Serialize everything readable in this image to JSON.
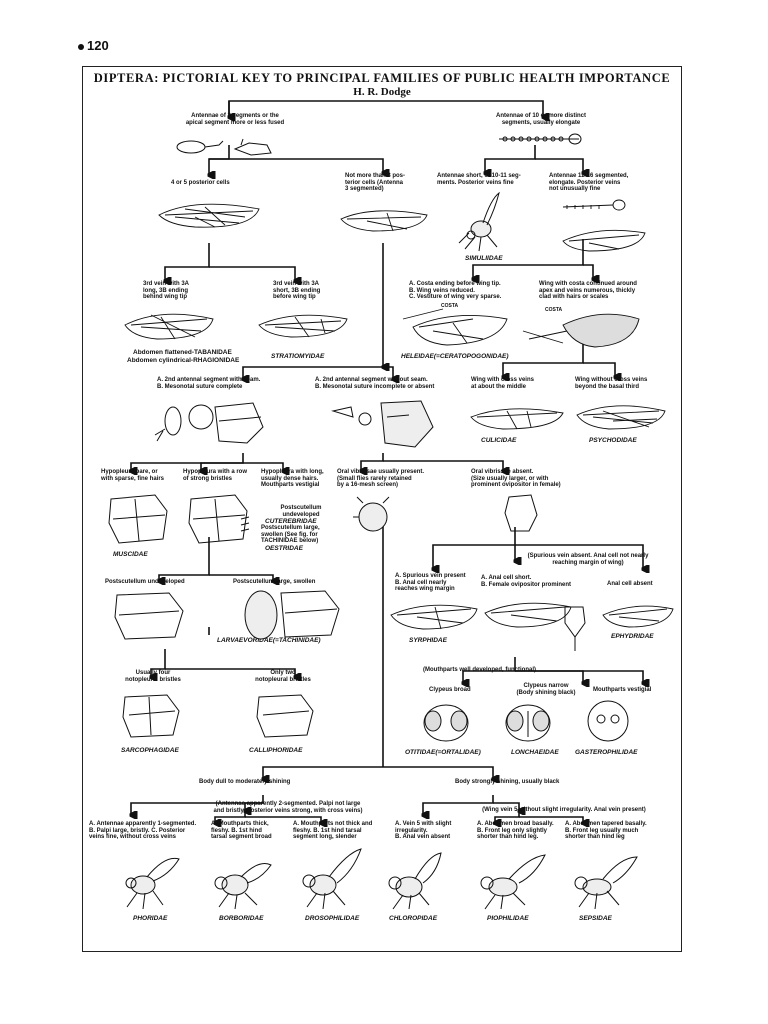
{
  "page_number": "120",
  "title": "DIPTERA: PICTORIAL KEY TO PRINCIPAL FAMILIES OF PUBLIC HEALTH IMPORTANCE",
  "author": "H. R. Dodge",
  "couplets": {
    "c1a": "Antennae of 3 segments or the\napical segment more or less fused",
    "c1b": "Antennae of 10 or more distinct\nsegments, usually elongate",
    "c2a": "4 or 5 posterior cells",
    "c2b": "Not more than 3 pos-\nterior cells (Antenna\n3 segmented)",
    "c3a": "Antennae short, of 10-11 seg-\nments. Posterior veins fine",
    "c3b": "Antennae 12-16 segmented,\nelongate. Posterior veins\nnot unusually fine",
    "c4a": "3rd vein with 3A\nlong, 3B ending\nbehind wing tip",
    "c4b": "3rd vein with 3A\nshort, 3B ending\nbefore wing tip",
    "c5a": "A. Costa ending before wing tip.\nB. Wing veins reduced.\nC. Vestiture of wing very sparse.",
    "c5b": "Wing with costa continued around\napex and veins numerous, thickly\nclad with hairs or scales",
    "c6a": "A. 2nd antennal segment with seam.\nB. Mesonotal suture complete",
    "c6b": "A. 2nd antennal segment without seam.\nB. Mesonotal suture incomplete or absent",
    "c7a": "Wing with cross veins\nat about the middle",
    "c7b": "Wing without cross veins\nbeyond the basal third",
    "c8a": "Hypopleura bare, or\nwith sparse, fine hairs",
    "c8b": "Hypopleura with a row\nof strong bristles",
    "c8c": "Hypopleura with long,\nusually dense hairs.\nMouthparts vestigial",
    "c8d": "Oral vibrissae usually present.\n(Small flies rarely retained\nby a 16-mesh screen)",
    "c8e": "Oral vibrissae absent.\n(Size usually larger, or with\nprominent ovipositor in female)",
    "cut1": "Postscutellum\nundeveloped",
    "cut2": "Postscutellum large,\nswollen (See fig. for\nTACHINIDAE below)",
    "c9": "(Spurious vein absent. Anal cell not nearly\nreaching margin of wing)",
    "c10a": "Postscutellum undeveloped",
    "c10b": "Postscutellum large, swollen",
    "c11a": "A. Spurious vein present\nB. Anal cell nearly\nreaches wing margin",
    "c11b": "A. Anal cell short.\nB. Female ovipositor prominent",
    "c11c": "Anal cell absent",
    "c12a": "Usually four\nnotopleural bristles",
    "c12b": "Only two\nnotopleural bristles",
    "c13": "(Mouthparts well developed, functional)",
    "c14a": "Clypeus broad",
    "c14b": "Clypeus narrow\n(Body shining black)",
    "c14c": "Mouthparts vestigial",
    "c15a": "Body dull to moderately shining",
    "c15b": "Body strongly shining, usually black",
    "c16a": "(Antennae apparently 2-segmented. Palpi not large\nand bristly. Posterior veins strong, with cross veins)",
    "c16b": "(Wing vein 5 without slight irregularity. Anal vein present)",
    "c17a": "A. Antennae apparently 1-segmented.\nB. Palpi large, bristly. C. Posterior\nveins fine, without cross veins",
    "c17b": "A. Mouthparts thick,\nfleshy. B. 1st hind\ntarsal segment broad",
    "c17c": "A. Mouthparts not thick and\nfleshy. B. 1st hind tarsal\nsegment long, slender",
    "c17d": "A. Vein 5 with slight\nirregularity.\nB. Anal vein absent",
    "c17e": "A. Abdomen broad basally.\nB. Front leg only slightly\nshorter than hind leg.",
    "c17f": "A. Abdomen tapered basally.\nB. Front leg usually much\nshorter than hind leg"
  },
  "families": {
    "simuliidae": "SIMULIIDAE",
    "tabanidae": "Abdomen flattened-TABANIDAE",
    "rhagionidae": "Abdomen cylindrical-RHAGIONIDAE",
    "stratiomyidae": "STRATIOMYIDAE",
    "heleidae": "HELEIDAE(=CERATOPOGONIDAE)",
    "culicidae": "CULICIDAE",
    "psychodidae": "PSYCHODIDAE",
    "muscidae": "MUSCIDAE",
    "cuterebridae": "CUTEREBRIDAE",
    "oestridae": "OESTRIDAE",
    "syrphidae": "SYRPHIDAE",
    "ephydridae": "EPHYDRIDAE",
    "larvaevoridae": "LARVAEVORIDAE(=TACHINIDAE)",
    "sarcophagidae": "SARCOPHAGIDAE",
    "calliphoridae": "CALLIPHORIDAE",
    "otitidae": "OTITIDAE(=ORTALIDAE)",
    "lonchaeidae": "LONCHAEIDAE",
    "gasterophilidae": "GASTEROPHILIDAE",
    "phoridae": "PHORIDAE",
    "borboridae": "BORBORIDAE",
    "drosophilidae": "DROSOPHILIDAE",
    "chloropidae": "CHLOROPIDAE",
    "piophilidae": "PIOPHILIDAE",
    "sepsidae": "SEPSIDAE"
  },
  "labels": {
    "costa1": "COSTA",
    "costa2": "COSTA",
    "tachinidae_ref": "TACHINIDAE"
  }
}
